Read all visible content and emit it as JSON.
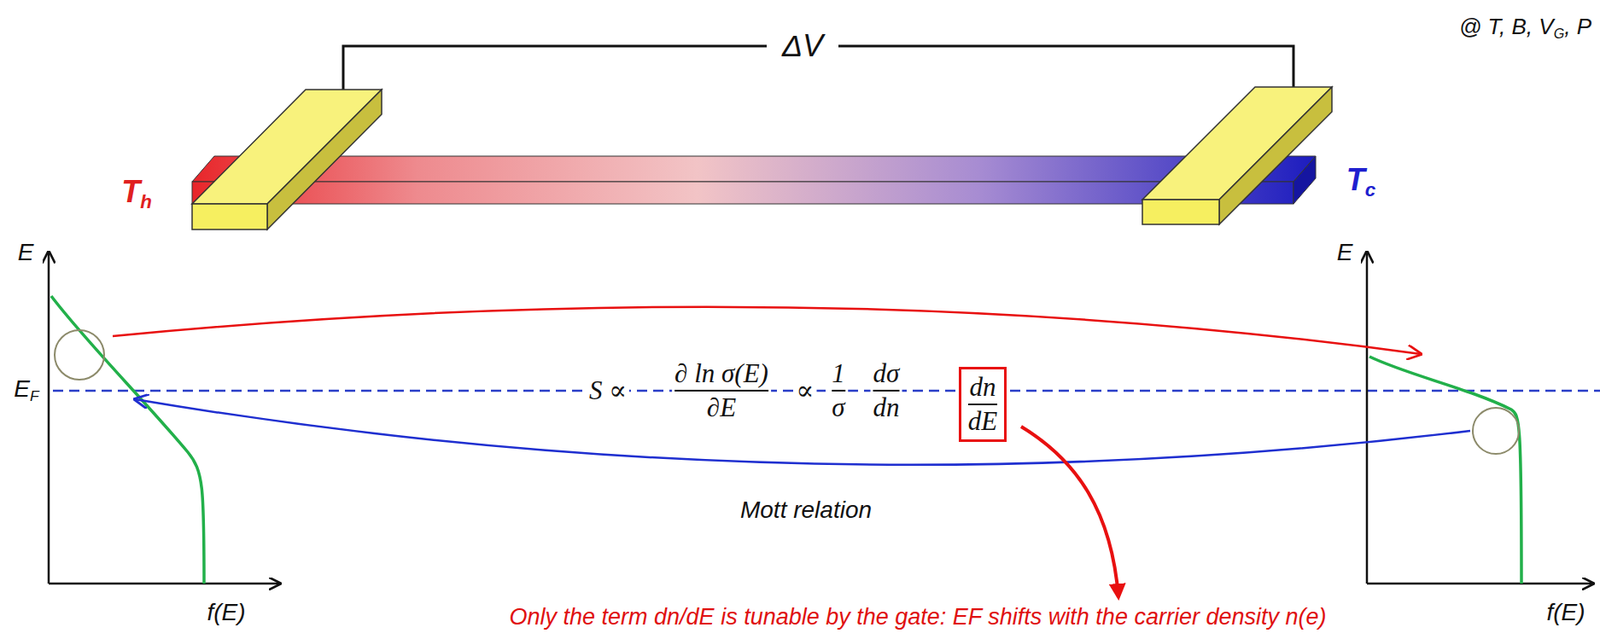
{
  "diagram": {
    "nodes": [
      {
        "text": [
          "dn",
          "dE"
        ]
      }
    ],
    "labels": [
      "ΔV",
      "@ T, B, V",
      "G",
      ", P",
      "T",
      "h",
      "T",
      "c",
      "E",
      "E",
      "F",
      "f(E)",
      "S ∝",
      "∂ ln σ(E)",
      "∂E",
      "∝",
      "1",
      "σ",
      "dσ",
      "dn",
      "Mott relation",
      "E",
      "f(E)",
      "Only the term dn/dE is tunable by the gate: EF shifts with the carrier density n(e)"
    ]
  }
}
